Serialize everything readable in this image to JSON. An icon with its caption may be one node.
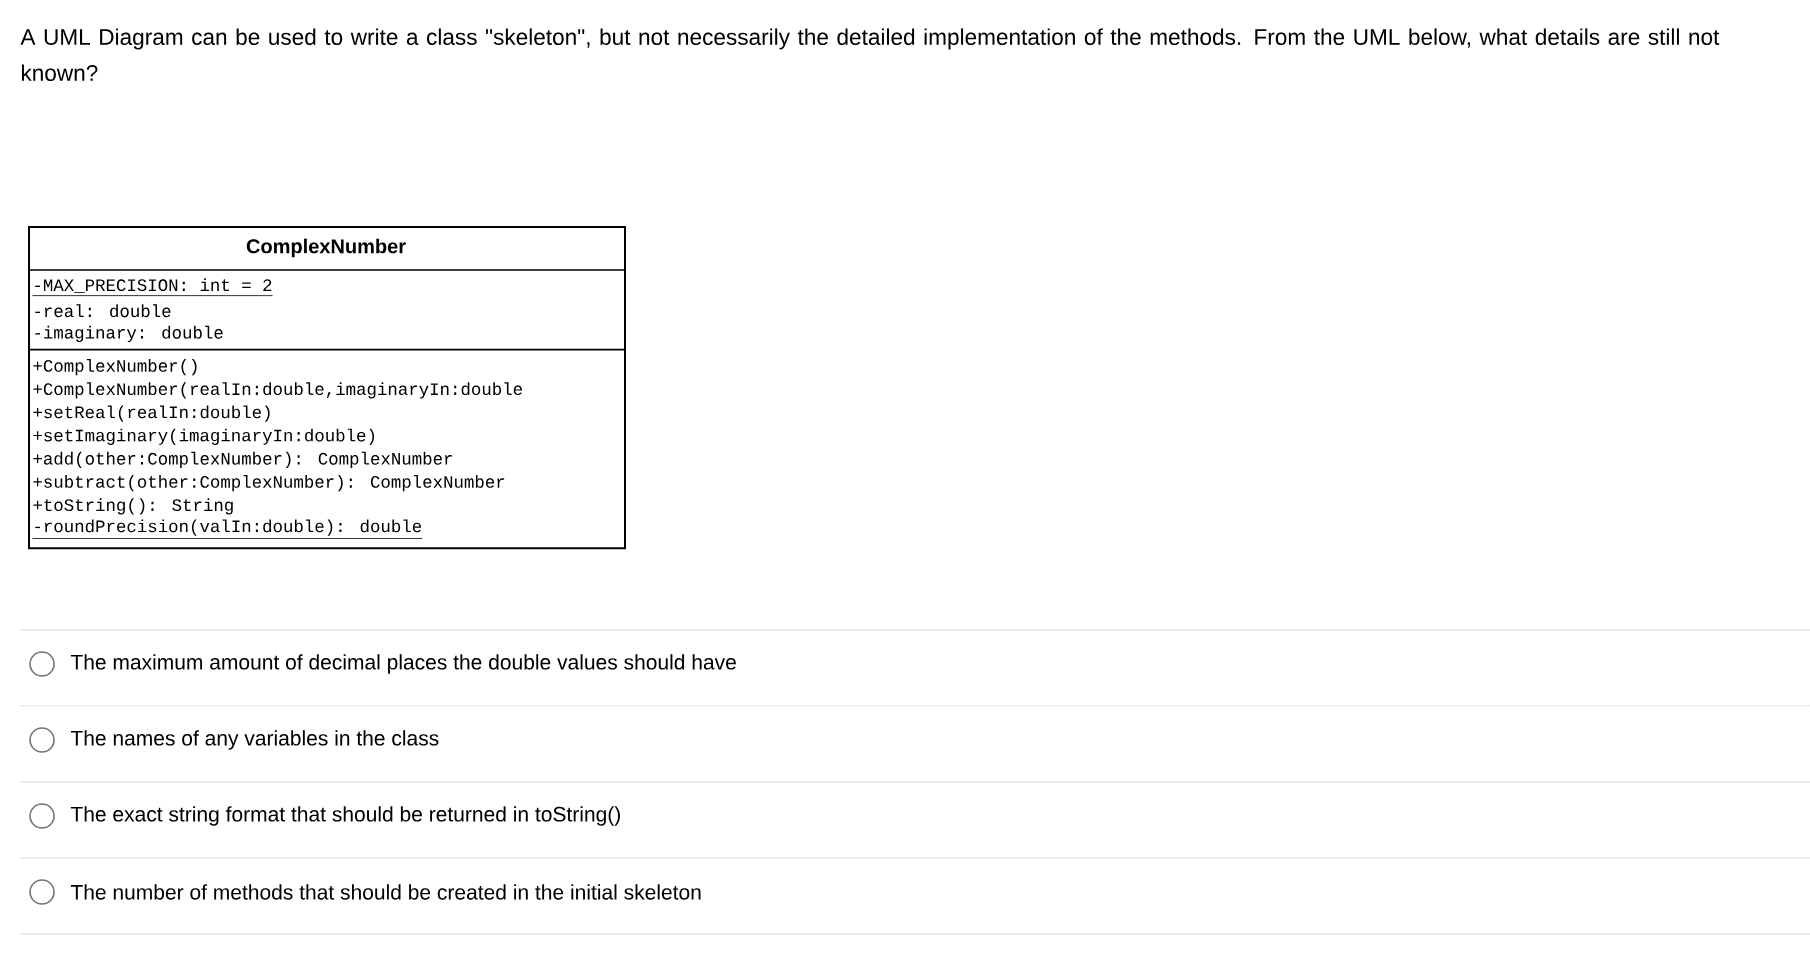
{
  "diagram": {
    "title": "A UML Diagram can be used to write a class \"skeleton\", but not necessarily the detailed implementation of the methods. From the UML below, what details are still not known?",
    "nodes": [
      {
        "text": [
          "ComplexNumber",
          "-MAX_PRECISION: int = 2",
          "-real: double",
          "-imaginary: double",
          "+ComplexNumber()",
          "+ComplexNumber(realIn:double,imaginaryIn:double",
          "+setReal(realIn:double)",
          "+setImaginary(imaginaryIn:double)",
          "+add(other:ComplexNumber): ComplexNumber",
          "+subtract(other:ComplexNumber): ComplexNumber",
          "+toString(): String",
          "-roundPrecision(valIn:double): double"
        ]
      }
    ],
    "labels": [
      "The maximum amount of decimal places the double values should have",
      "The names of any variables in the class",
      "The exact string format that should be returned in toString()",
      "The number of methods that should be created in the initial skeleton"
    ]
  }
}
